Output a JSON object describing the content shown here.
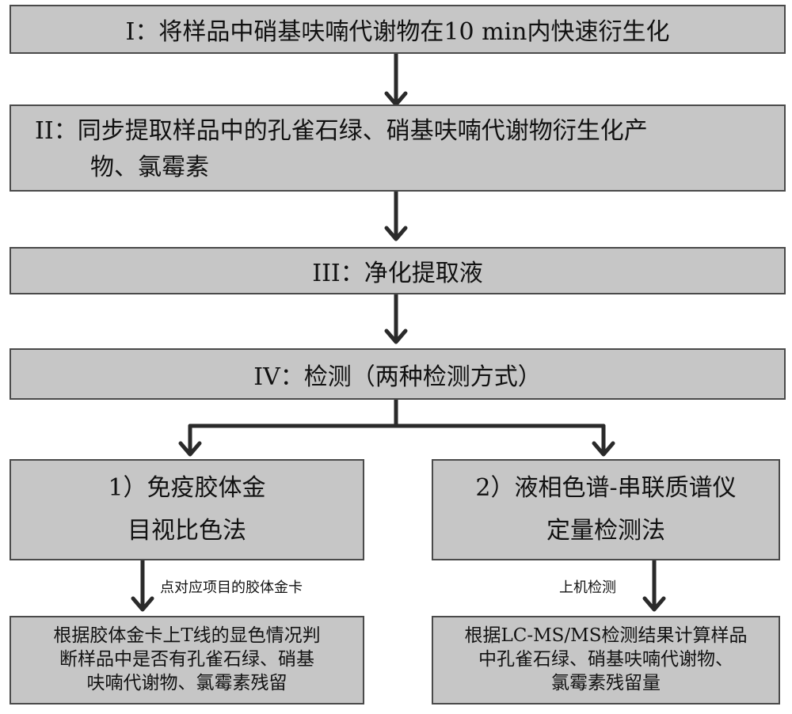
{
  "steps": {
    "s1": "I：将样品中硝基呋喃代谢物在10 min内快速衍生化",
    "s2_line1": "II：同步提取样品中的孔雀石绿、硝基呋喃代谢物衍生化产",
    "s2_line2": "物、氯霉素",
    "s3": "III：净化提取液",
    "s4": "IV：检测（两种检测方式）"
  },
  "left_branch": {
    "title_line1": "1）免疫胶体金",
    "title_line2": "目视比色法",
    "arrow_note": "点对应项目的胶体金卡",
    "result_line1": "根据胶体金卡上T线的显色情况判",
    "result_line2": "断样品中是否有孔雀石绿、硝基",
    "result_line3": "呋喃代谢物、氯霉素残留"
  },
  "right_branch": {
    "title_line1": "2）液相色谱-串联质谱仪",
    "title_line2": "定量检测法",
    "arrow_note": "上机检测",
    "result_line1": "根据LC-MS/MS检测结果计算样品",
    "result_line2": "中孔雀石绿、硝基呋喃代谢物、",
    "result_line3": "氯霉素残留量"
  },
  "colors": {
    "box_fill": "#c6c6c6",
    "box_border": "#4a4a4a",
    "arrow": "#2a2a2a"
  }
}
